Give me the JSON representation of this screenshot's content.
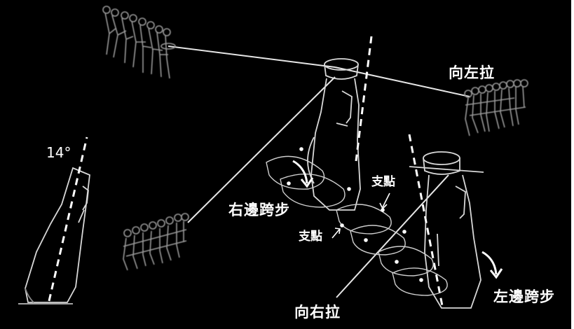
{
  "labels": {
    "angle": "14°",
    "pull_left": "向左拉",
    "step_right": "右邊跨步",
    "pull_right": "向右拉",
    "step_left": "左邊跨步",
    "pivot": "支點"
  },
  "colors": {
    "background": "#000000",
    "line": "#ffffff",
    "sketch": "#d8d8d8",
    "crowd": "#9a9a9a"
  }
}
